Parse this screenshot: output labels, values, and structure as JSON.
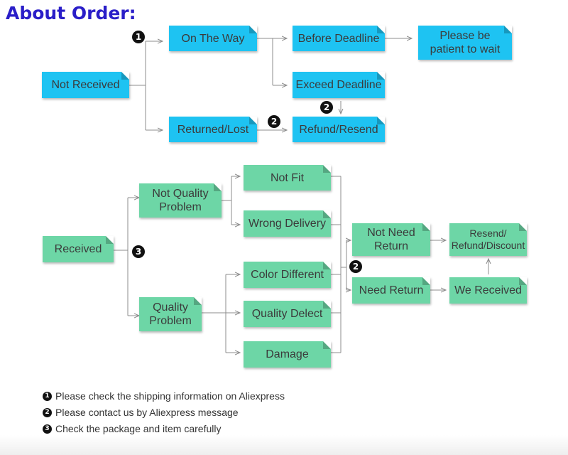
{
  "title": "About Order:",
  "colors": {
    "title": "#2a1ec8",
    "blue_box": "#1ec3f2",
    "green_box": "#6dd6a6",
    "connector": "#8c8c8c"
  },
  "nodes": {
    "not_received": "Not Received",
    "on_the_way": "On The Way",
    "before_deadline": "Before Deadline",
    "please_be_patient": "Please be\npatient to wait",
    "exceed_deadline": "Exceed Deadline",
    "returned_lost": "Returned/Lost",
    "refund_resend": "Refund/Resend",
    "received": "Received",
    "not_quality_problem": "Not Quality\nProblem",
    "not_fit": "Not Fit",
    "wrong_delivery": "Wrong Delivery",
    "quality_problem": "Quality\nProblem",
    "color_different": "Color Different",
    "quality_defect": "Quality Delect",
    "damage": "Damage",
    "not_need_return": "Not Need\nReturn",
    "need_return": "Need Return",
    "resend_refund_discount": "Resend/\nRefund/Discount",
    "we_received": "We Received"
  },
  "markers": {
    "one": "1",
    "two": "2",
    "three": "3"
  },
  "notes": [
    {
      "marker": "1",
      "text": "Please check the shipping information on Aliexpress"
    },
    {
      "marker": "2",
      "text": "Please contact us by Aliexpress message"
    },
    {
      "marker": "3",
      "text": "Check the package and item carefully"
    }
  ]
}
